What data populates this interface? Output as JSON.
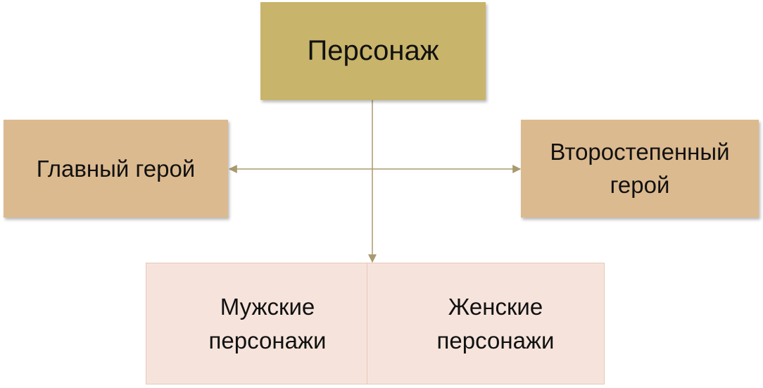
{
  "diagram": {
    "root": {
      "label": "Персонаж",
      "color": "#c8b46a"
    },
    "level1": [
      {
        "id": "main",
        "label": "Главный герой",
        "color": "#dcba8f"
      },
      {
        "id": "secondary",
        "label": "Второстепенный\nгерой",
        "color": "#dcba8f"
      }
    ],
    "level2": [
      {
        "id": "male",
        "label": "Мужские\nперсонажи",
        "color": "#f6e4dc"
      },
      {
        "id": "female",
        "label": "Женские\nперсонажи",
        "color": "#f6e4dc"
      }
    ],
    "connector_color": "#a89a6e",
    "edges": [
      {
        "from": "Персонаж",
        "to": "Главный герой"
      },
      {
        "from": "Персонаж",
        "to": "Второстепенный герой"
      },
      {
        "from": "Персонаж",
        "to": "Мужские персонажи / Женские персонажи"
      }
    ]
  }
}
